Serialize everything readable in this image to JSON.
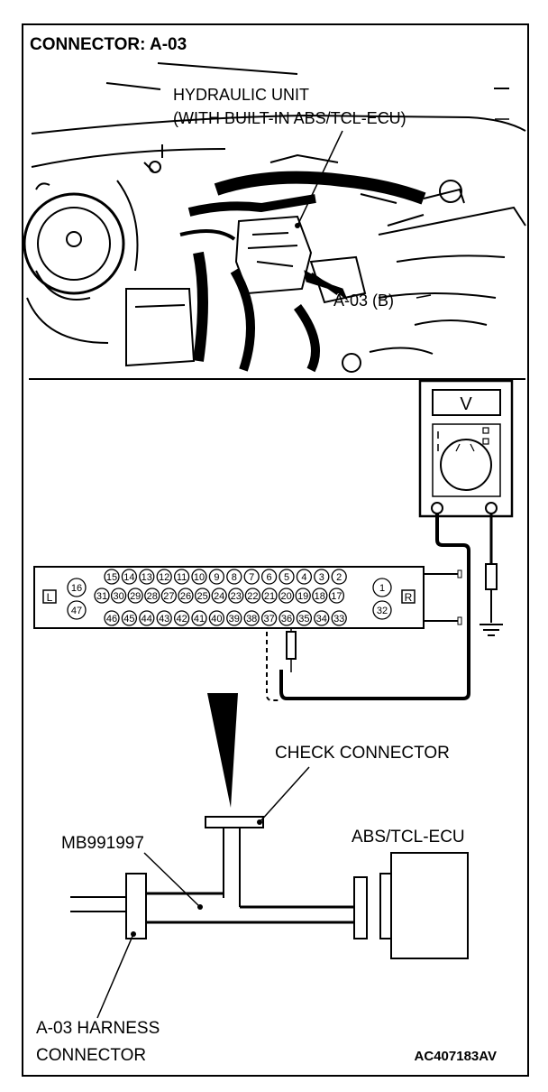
{
  "title": "CONNECTOR: A-03",
  "photo": {
    "hydraulic_unit_line1": "HYDRAULIC UNIT",
    "hydraulic_unit_line2": "(WITH BUILT-IN ABS/TCL-ECU)",
    "connector_callout": "A-03 (B)"
  },
  "connector_face": {
    "left_marker": "L",
    "right_marker": "R",
    "row1": [
      "15",
      "14",
      "13",
      "12",
      "11",
      "10",
      "9",
      "8",
      "7",
      "6",
      "5",
      "4",
      "3",
      "2"
    ],
    "row2": [
      "31",
      "30",
      "29",
      "28",
      "27",
      "26",
      "25",
      "24",
      "23",
      "22",
      "21",
      "20",
      "19",
      "18",
      "17"
    ],
    "row3": [
      "46",
      "45",
      "44",
      "43",
      "42",
      "41",
      "40",
      "39",
      "38",
      "37",
      "36",
      "35",
      "34",
      "33"
    ],
    "left_pins": [
      "16",
      "47"
    ],
    "right_pins": [
      "1",
      "32"
    ]
  },
  "meter": {
    "display": "V"
  },
  "harness": {
    "check_connector": "CHECK CONNECTOR",
    "tool": "MB991997",
    "ecu": "ABS/TCL-ECU",
    "harness_line1": "A-03 HARNESS",
    "harness_line2": "CONNECTOR"
  },
  "figure_code": "AC407183AV"
}
